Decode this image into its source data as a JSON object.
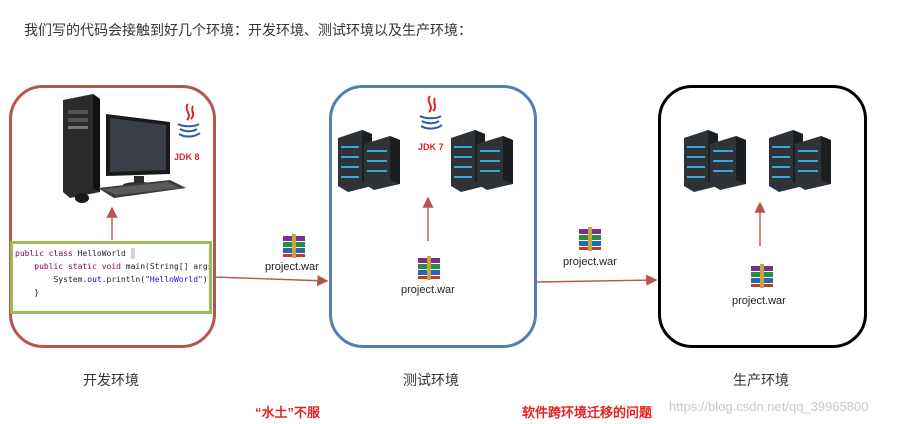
{
  "intro_text": "我们写的代码会接触到好几个环境：开发环境、测试环境以及生产环境：",
  "environments": [
    {
      "label": "开发环境",
      "border_color": "#b85450",
      "jdk": "JDK 8"
    },
    {
      "label": "测试环境",
      "border_color": "#4f7fb6",
      "jdk": "JDK 7"
    },
    {
      "label": "生产环境",
      "border_color": "#000000"
    }
  ],
  "code_lines": [
    {
      "kw": "public class ",
      "text": "HelloWorld "
    },
    {
      "kw": "public static void ",
      "text": "main(String[] args) {"
    },
    {
      "pre": "System.",
      "field": "out",
      "mid": ".println(",
      "str": "\"HelloWorld\"",
      "post": ");"
    },
    {
      "text": "}"
    }
  ],
  "artifacts": {
    "war_name": "project.war",
    "icon": "winrar-archive-icon"
  },
  "annotations": {
    "left_note": "“水土”不服",
    "right_note": "软件跨环境迁移的问题"
  },
  "watermark": "https://blog.csdn.net/qq_39965800",
  "colors": {
    "arrow": "#b85450",
    "note_red": "#e8231f",
    "code_border": "#9bbb59"
  }
}
